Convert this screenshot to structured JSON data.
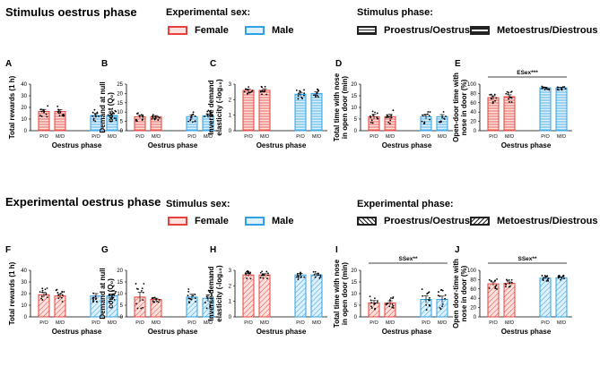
{
  "headers": {
    "top_title": "Stimulus oestrus phase",
    "top_sex_title": "Experimental sex:",
    "top_phase_title": "Stimulus phase:",
    "bottom_title": "Experimental oestrus phase",
    "bottom_sex_title": "Stimulus sex:",
    "bottom_phase_title": "Experimental phase:"
  },
  "legend": {
    "female": "Female",
    "male": "Male",
    "proestrus": "Proestrus/Oestrus",
    "metoestrus": "Metoestrus/Diestrous",
    "female_color": "#e8403a",
    "male_color": "#2fa2e6"
  },
  "chart_data": [
    {
      "id": "A",
      "type": "bar",
      "panel_label": "A",
      "ylabel": [
        "Total rewards (1 h)"
      ],
      "xlabel": "Oestrus phase",
      "categories": [
        "P/O",
        "M/D",
        "P/O",
        "M/D"
      ],
      "ylim": [
        0,
        40
      ],
      "yticks": [
        0,
        10,
        20,
        30,
        40
      ],
      "values": [
        16.5,
        16.5,
        13,
        13
      ],
      "errors": [
        1.8,
        1.6,
        1.8,
        1.6
      ],
      "hatch": "horiz",
      "annotation": ""
    },
    {
      "id": "B",
      "type": "bar",
      "panel_label": "B",
      "ylabel": [
        "Demand at null",
        "cost (Q₀)"
      ],
      "xlabel": "Oestrus phase",
      "categories": [
        "P/O",
        "M/D",
        "P/O",
        "M/D"
      ],
      "ylim": [
        0,
        25
      ],
      "yticks": [
        0,
        5,
        10,
        15,
        20,
        25
      ],
      "values": [
        7.5,
        7.5,
        7.5,
        8
      ],
      "errors": [
        0.8,
        0.6,
        1.0,
        1.0
      ],
      "hatch": "horiz",
      "annotation": ""
    },
    {
      "id": "C",
      "type": "bar",
      "panel_label": "C",
      "ylabel": [
        "Inverse demand",
        "elasticity (-log₁₀)"
      ],
      "xlabel": "Oestrus phase",
      "categories": [
        "P/O",
        "M/D",
        "P/O",
        "M/D"
      ],
      "ylim": [
        0,
        3
      ],
      "yticks": [
        0,
        1,
        2,
        3
      ],
      "values": [
        2.6,
        2.6,
        2.35,
        2.4
      ],
      "errors": [
        0.08,
        0.1,
        0.12,
        0.1
      ],
      "hatch": "horiz",
      "annotation": ""
    },
    {
      "id": "D",
      "type": "bar",
      "panel_label": "D",
      "ylabel": [
        "Total time with nose",
        "in open door (min)"
      ],
      "xlabel": "Oestrus phase",
      "categories": [
        "P/O",
        "M/D",
        "P/O",
        "M/D"
      ],
      "ylim": [
        0,
        20
      ],
      "yticks": [
        0,
        5,
        10,
        15,
        20
      ],
      "values": [
        6,
        6,
        6,
        6
      ],
      "errors": [
        1.0,
        1.0,
        1.0,
        0.9
      ],
      "hatch": "horiz",
      "annotation": ""
    },
    {
      "id": "E",
      "type": "bar",
      "panel_label": "E",
      "ylabel": [
        "Open-door time with",
        "nose in door (%)"
      ],
      "xlabel": "Oestrus phase",
      "categories": [
        "P/O",
        "M/D",
        "P/O",
        "M/D"
      ],
      "ylim": [
        0,
        100
      ],
      "yticks": [
        0,
        20,
        40,
        60,
        80,
        100
      ],
      "values": [
        71,
        73,
        92,
        92
      ],
      "errors": [
        4,
        4,
        1.5,
        1.5
      ],
      "hatch": "horiz",
      "annotation": "ESex***"
    },
    {
      "id": "F",
      "type": "bar",
      "panel_label": "F",
      "ylabel": [
        "Total rewards (1 h)"
      ],
      "xlabel": "Oestrus phase",
      "categories": [
        "P/O",
        "M/D",
        "P/O",
        "M/D"
      ],
      "ylim": [
        0,
        40
      ],
      "yticks": [
        0,
        10,
        20,
        30,
        40
      ],
      "values": [
        19,
        18,
        18,
        18
      ],
      "errors": [
        2,
        1.8,
        2,
        1.8
      ],
      "hatch": "diag",
      "annotation": ""
    },
    {
      "id": "G",
      "type": "bar",
      "panel_label": "G",
      "ylabel": [
        "Demand at null",
        "cost (Q₀)"
      ],
      "xlabel": "Oestrus phase",
      "categories": [
        "P/O",
        "M/D",
        "P/O",
        "M/D"
      ],
      "ylim": [
        0,
        20
      ],
      "yticks": [
        0,
        5,
        10,
        15,
        20
      ],
      "values": [
        8.5,
        7.5,
        8.5,
        8
      ],
      "errors": [
        2,
        0.5,
        1.2,
        1.5
      ],
      "hatch": "diag",
      "annotation": ""
    },
    {
      "id": "H",
      "type": "bar",
      "panel_label": "H",
      "ylabel": [
        "Inverse demand",
        "elasticity (-log₁₀)"
      ],
      "xlabel": "Oestrus phase",
      "categories": [
        "P/O",
        "M/D",
        "P/O",
        "M/D"
      ],
      "ylim": [
        0,
        3
      ],
      "yticks": [
        0,
        1,
        2,
        3
      ],
      "values": [
        2.7,
        2.7,
        2.7,
        2.7
      ],
      "errors": [
        0.1,
        0.08,
        0.1,
        0.08
      ],
      "hatch": "diag",
      "annotation": ""
    },
    {
      "id": "I",
      "type": "bar",
      "panel_label": "I",
      "ylabel": [
        "Total time with nose",
        "in open door (min)"
      ],
      "xlabel": "Oestrus phase",
      "categories": [
        "P/O",
        "M/D",
        "P/O",
        "M/D"
      ],
      "ylim": [
        0,
        20
      ],
      "yticks": [
        0,
        5,
        10,
        15,
        20
      ],
      "values": [
        6,
        6,
        7.5,
        7.5
      ],
      "errors": [
        1,
        0.9,
        1.5,
        1.4
      ],
      "hatch": "diag",
      "annotation": "SSex**"
    },
    {
      "id": "J",
      "type": "bar",
      "panel_label": "J",
      "ylabel": [
        "Open door-time with",
        "nose in door (%)"
      ],
      "xlabel": "Oestrus phase",
      "categories": [
        "P/O",
        "M/D",
        "P/O",
        "M/D"
      ],
      "ylim": [
        0,
        100
      ],
      "yticks": [
        0,
        20,
        40,
        60,
        80,
        100
      ],
      "values": [
        71,
        72,
        83,
        84
      ],
      "errors": [
        4,
        3,
        2,
        2
      ],
      "hatch": "diag",
      "annotation": "SSex**"
    }
  ]
}
